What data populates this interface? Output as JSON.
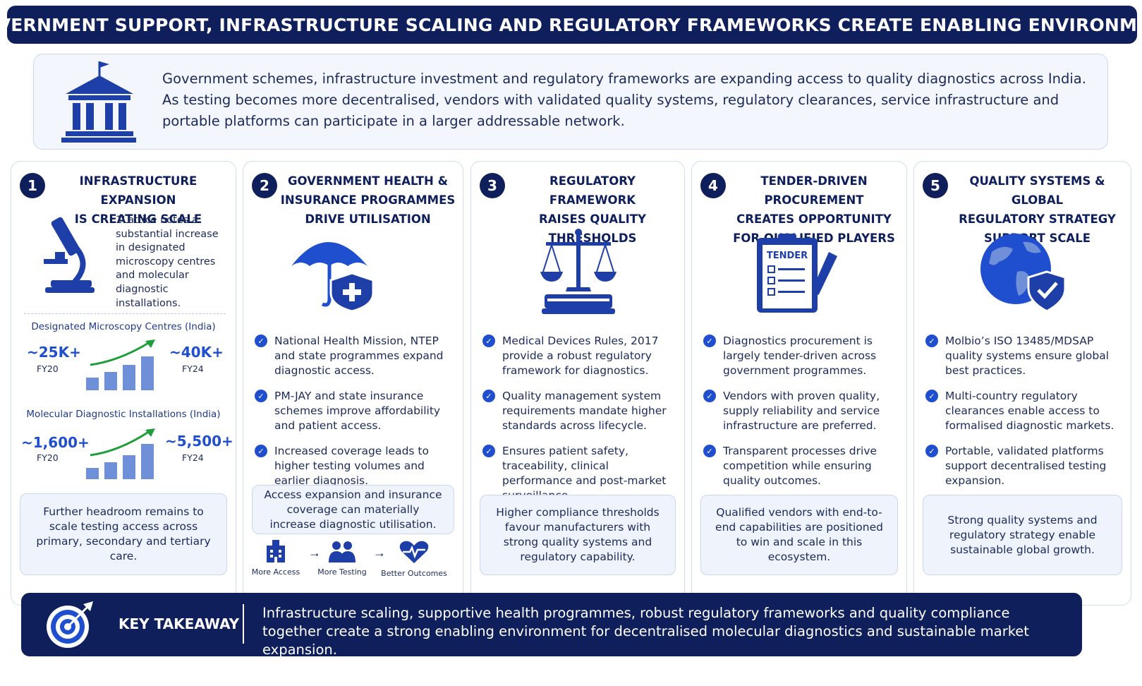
{
  "header": {
    "title": "GOVERNMENT SUPPORT, INFRASTRUCTURE SCALING AND REGULATORY FRAMEWORKS CREATE ENABLING ENVIRONMENT"
  },
  "intro": {
    "icon": "government-building-icon",
    "text": "Government schemes, infrastructure investment and regulatory frameworks are expanding access to quality diagnostics across India. As testing becomes more decentralised, vendors with validated quality systems, regulatory clearances, service infrastructure and portable platforms can participate in a larger addressable network."
  },
  "panels": [
    {
      "number": "1",
      "title": "INFRASTRUCTURE EXPANSION\nIS CREATING SCALE",
      "icon": "microscope-icon",
      "desc": "1Lattice notes a substantial increase in designated microscopy centres and molecular diagnostic installations.",
      "charts": [
        {
          "title": "Designated Microscopy Centres (India)",
          "from_value": "~25K+",
          "from_year": "FY20",
          "to_value": "~40K+",
          "to_year": "FY24"
        },
        {
          "title": "Molecular Diagnostic Installations (India)",
          "from_value": "~1,600+",
          "from_year": "FY20",
          "to_value": "~5,500+",
          "to_year": "FY24"
        }
      ],
      "box": "Further headroom remains to scale testing access across primary, secondary and tertiary care."
    },
    {
      "number": "2",
      "title": "GOVERNMENT HEALTH &\nINSURANCE PROGRAMMES\nDRIVE UTILISATION",
      "icon": "umbrella-shield-icon",
      "bullets": [
        "National Health Mission, NTEP and state programmes expand diagnostic access.",
        "PM-JAY and state insurance schemes improve affordability and patient access.",
        "Increased coverage leads to higher testing volumes and earlier diagnosis."
      ],
      "box": "Access expansion and insurance coverage can materially increase diagnostic utilisation.",
      "flow": [
        "More Access",
        "More Testing",
        "Better Outcomes"
      ]
    },
    {
      "number": "3",
      "title": "REGULATORY FRAMEWORK\nRAISES QUALITY THRESHOLDS",
      "icon": "scales-of-justice-icon",
      "bullets": [
        "Medical Devices Rules, 2017 provide a robust regulatory framework for diagnostics.",
        "Quality management system requirements mandate higher standards across lifecycle.",
        "Ensures patient safety, traceability, clinical performance and post-market surveillance."
      ],
      "box": "Higher compliance thresholds favour manufacturers with strong quality systems and regulatory capability."
    },
    {
      "number": "4",
      "title": "TENDER-DRIVEN PROCUREMENT\nCREATES OPPORTUNITY\nFOR QUALIFIED PLAYERS",
      "icon": "tender-clipboard-icon",
      "icon_label": "TENDER",
      "bullets": [
        "Diagnostics procurement is largely tender-driven across government programmes.",
        "Vendors with proven quality, supply reliability and service infrastructure are preferred.",
        "Transparent processes drive competition while ensuring quality outcomes."
      ],
      "box": "Qualified vendors with end-to-end capabilities are positioned to win and scale in this ecosystem."
    },
    {
      "number": "5",
      "title": "QUALITY SYSTEMS & GLOBAL\nREGULATORY STRATEGY\nSUPPORT SCALE",
      "icon": "globe-shield-icon",
      "bullets": [
        "Molbio’s ISO 13485/MDSAP quality systems ensure global best practices.",
        "Multi-country regulatory clearances enable access to formalised diagnostic markets.",
        "Portable, validated platforms support decentralised testing expansion."
      ],
      "box": "Strong quality systems and regulatory strategy enable sustainable global growth."
    }
  ],
  "takeaway": {
    "icon": "target-icon",
    "label": "KEY TAKEAWAY",
    "text": "Infrastructure scaling, supportive health programmes, robust regulatory frameworks and quality compliance together create a strong enabling environment for decentralised molecular diagnostics and sustainable market expansion."
  },
  "colors": {
    "navy": "#0f1f5c",
    "accent": "#1f4fcf",
    "panel_bg": "#eef3fc",
    "growth_green": "#1e9e3a"
  }
}
